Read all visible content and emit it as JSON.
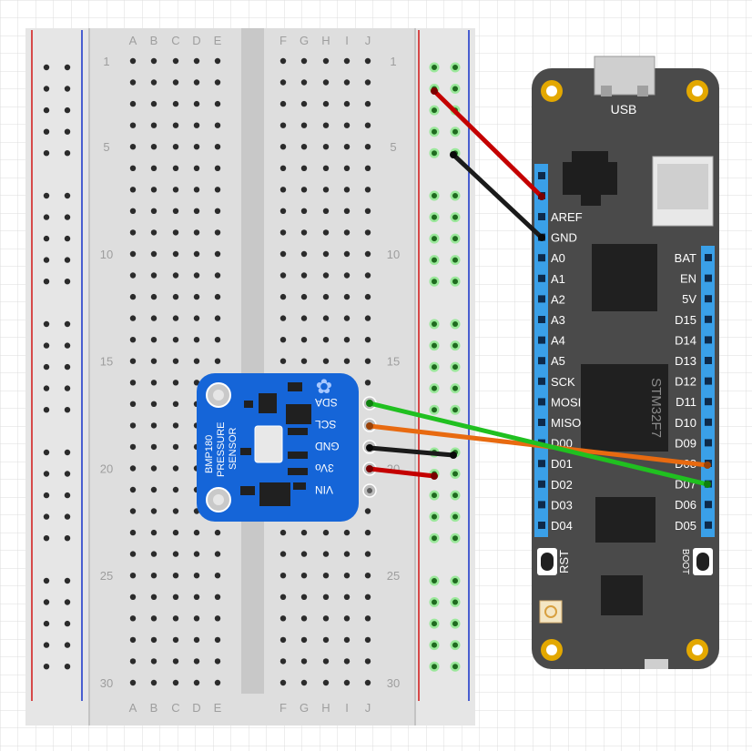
{
  "breadboard": {
    "column_letters_left": [
      "A",
      "B",
      "C",
      "D",
      "E"
    ],
    "column_letters_right": [
      "F",
      "G",
      "H",
      "I",
      "J"
    ],
    "row_number_labels": [
      "1",
      "5",
      "10",
      "15",
      "20",
      "25",
      "30"
    ]
  },
  "bmp180": {
    "silkscreen": [
      "BMP180",
      "PRESSURE",
      "SENSOR"
    ],
    "pins": [
      "SDA",
      "SCL",
      "GND",
      "3Vo",
      "VIN"
    ]
  },
  "mcu": {
    "usb_label": "USB",
    "chip_label": "STM32F7",
    "rst_label": "RST",
    "boot_label": "BOOT",
    "left_pins": [
      "AREF",
      "GND",
      "A0",
      "A1",
      "A2",
      "A3",
      "A4",
      "A5",
      "SCK",
      "MOSI",
      "MISO",
      "D00",
      "D01",
      "D02",
      "D03",
      "D04"
    ],
    "right_pins": [
      "BAT",
      "EN",
      "5V",
      "D15",
      "D14",
      "D13",
      "D12",
      "D11",
      "D10",
      "D09",
      "D08",
      "D07",
      "D06",
      "D05"
    ]
  },
  "colors": {
    "wire_red": "#c40000",
    "wire_black": "#1a1a1a",
    "wire_orange": "#e86a10",
    "wire_green": "#20c020",
    "rail_red": "#d01515",
    "rail_blue": "#1530c8",
    "board_blue": "#1565d8",
    "mcu_body": "#4a4a4a",
    "header_blue": "#3aa0e8"
  }
}
